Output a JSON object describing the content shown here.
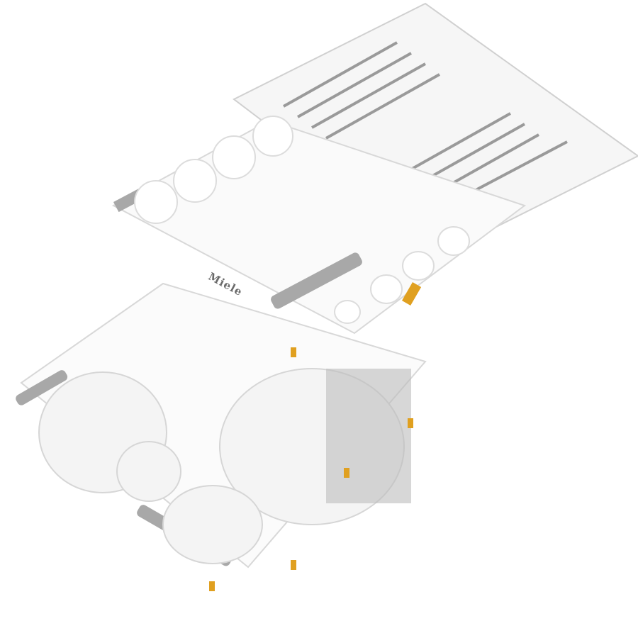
{
  "image": {
    "subject": "Dishwasher racks loaded with dishes",
    "brand_label": "Miele",
    "background_color": "#ffffff",
    "colors": {
      "wire": "#e8e8e8",
      "wire_shadow": "#c8c8c8",
      "handle": "#a8a8a8",
      "clip_accent": "#e0a020",
      "cutlery": "#9a9a9a",
      "dish": "#f4f4f4"
    },
    "components": [
      {
        "name": "cutlery-tray",
        "description": "Top cutlery tray with spoons, forks and knives"
      },
      {
        "name": "upper-basket",
        "description": "Middle basket with cups, glasses and saucers"
      },
      {
        "name": "lower-basket",
        "description": "Bottom basket with plates and bowls"
      }
    ]
  }
}
